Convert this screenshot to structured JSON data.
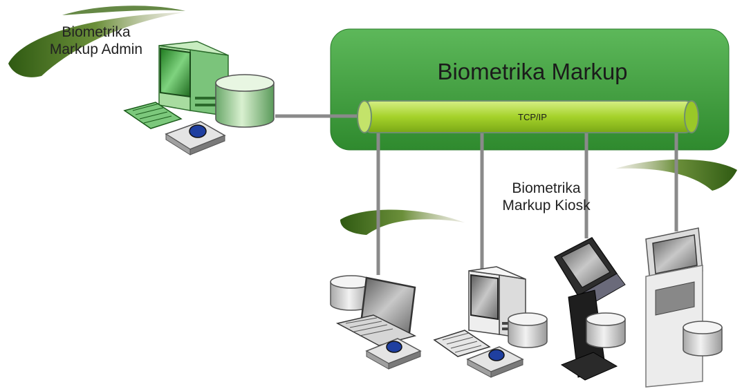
{
  "system": {
    "title": "Biometrika Markup",
    "protocol": "TCP/IP"
  },
  "admin": {
    "line1": "Biometrika",
    "line2": "Markup Admin"
  },
  "kiosk": {
    "line1": "Biometrika",
    "line2": "Markup Kiosk"
  },
  "colors": {
    "box_green": "#3d9a3a",
    "pipe_green": "#a6d42a",
    "connector_gray": "#8a8a8a",
    "swoosh_dark": "#3e5b1a"
  },
  "icons": [
    "admin-workstation-icon",
    "database-icon",
    "keyboard-icon",
    "fingerprint-scanner-icon",
    "laptop-icon",
    "desktop-computer-icon",
    "standing-kiosk-icon",
    "floor-kiosk-icon"
  ]
}
